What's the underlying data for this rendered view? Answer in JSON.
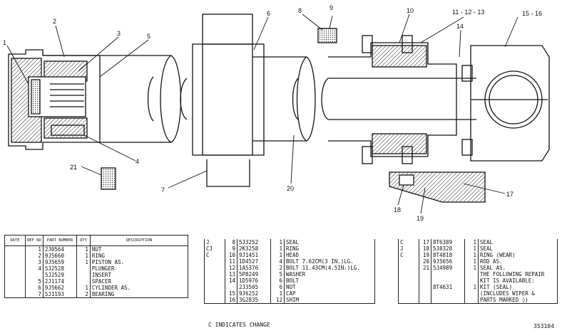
{
  "callouts": [
    "1",
    "2",
    "3",
    "5",
    "6",
    "8",
    "9",
    "10",
    "11 - 12 - 13",
    "14",
    "15 - 16",
    "4",
    "21",
    "7",
    "20",
    "17",
    "18",
    "19"
  ],
  "table_headers": {
    "date": "DATE",
    "ref_no": "REF NO",
    "part_number": "PART NUMBER",
    "qty": "QTY",
    "description": "DESCRIPTION"
  },
  "table_left": [
    {
      "date": "",
      "ref": "1",
      "part": "2J0564",
      "qty": "1",
      "desc": "NUT"
    },
    {
      "date": "",
      "ref": "2",
      "part": "9J5660",
      "qty": "1",
      "desc": "RING"
    },
    {
      "date": "",
      "ref": "3",
      "part": "9J5659",
      "qty": "1",
      "desc": "PISTON AS."
    },
    {
      "date": "",
      "ref": "4",
      "part": "5J2528",
      "qty": "",
      "desc": "PLUNGER"
    },
    {
      "date": "",
      "ref": "",
      "part": "5J2529",
      "qty": "",
      "desc": "INSERT"
    },
    {
      "date": "",
      "ref": "5",
      "part": "2J1174",
      "qty": "",
      "desc": "SPACER"
    },
    {
      "date": "",
      "ref": "6",
      "part": "9J5662",
      "qty": "1",
      "desc": "CYLINDER AS."
    },
    {
      "date": "",
      "ref": "7",
      "part": "5J1193",
      "qty": "2",
      "desc": "BEARING"
    }
  ],
  "table_mid": [
    {
      "date": "J",
      "ref": "8",
      "part": "5J3252",
      "qty": "1",
      "desc": "SEAL"
    },
    {
      "date": "CJ",
      "ref": "9",
      "part": "2K3258",
      "qty": "1",
      "desc": "RING"
    },
    {
      "date": "C",
      "ref": "10",
      "part": "9J1451",
      "qty": "1",
      "desc": "HEAD"
    },
    {
      "date": "",
      "ref": "11",
      "part": "1D4527",
      "qty": "4",
      "desc": "BOLT 7.62CM(3 IN.)LG."
    },
    {
      "date": "",
      "ref": "12",
      "part": "1A5376",
      "qty": "2",
      "desc": "BOLT 11.43CM(4.5IN.)LG."
    },
    {
      "date": "",
      "ref": "13",
      "part": "5P8249",
      "qty": "5",
      "desc": "WASHER"
    },
    {
      "date": "",
      "ref": "14",
      "part": "1D5976",
      "qty": "6",
      "desc": "BOLT"
    },
    {
      "date": "",
      "ref": "",
      "part": "2J3505",
      "qty": "6",
      "desc": "NUT"
    },
    {
      "date": "",
      "ref": "15",
      "part": "9J6252",
      "qty": "1",
      "desc": "CAP"
    },
    {
      "date": "",
      "ref": "16",
      "part": "3G2835",
      "qty": "12",
      "desc": "SHIM"
    }
  ],
  "table_right": [
    {
      "date": "C",
      "ref": "17",
      "part": "8T6389",
      "qty": "1",
      "desc": "SEAL"
    },
    {
      "date": "J",
      "ref": "18",
      "part": "5J8328",
      "qty": "1",
      "desc": "SEAL"
    },
    {
      "date": "C",
      "ref": "19",
      "part": "8T4818",
      "qty": "1",
      "desc": "RING (WEAR)"
    },
    {
      "date": "",
      "ref": "20",
      "part": "9J5656",
      "qty": "1",
      "desc": "ROD AS."
    },
    {
      "date": "",
      "ref": "21",
      "part": "5J4989",
      "qty": "1",
      "desc": "SEAL AS."
    },
    {
      "date": "",
      "ref": "",
      "part": "",
      "qty": "",
      "desc": "THE FOLLOWING REPAIR"
    },
    {
      "date": "",
      "ref": "",
      "part": "",
      "qty": "",
      "desc": "KIT IS AVAILABLE:"
    },
    {
      "date": "",
      "ref": "",
      "part": "8T4631",
      "qty": "1",
      "desc": "KIT (SEAL)"
    },
    {
      "date": "",
      "ref": "",
      "part": "",
      "qty": "",
      "desc": "(INCLUDES WIPER &"
    },
    {
      "date": "",
      "ref": "",
      "part": "",
      "qty": "",
      "desc": "PARTS MARKED ◊)"
    }
  ],
  "footer_note": "C   INDICATES CHANGE",
  "drawing_number": "353104"
}
